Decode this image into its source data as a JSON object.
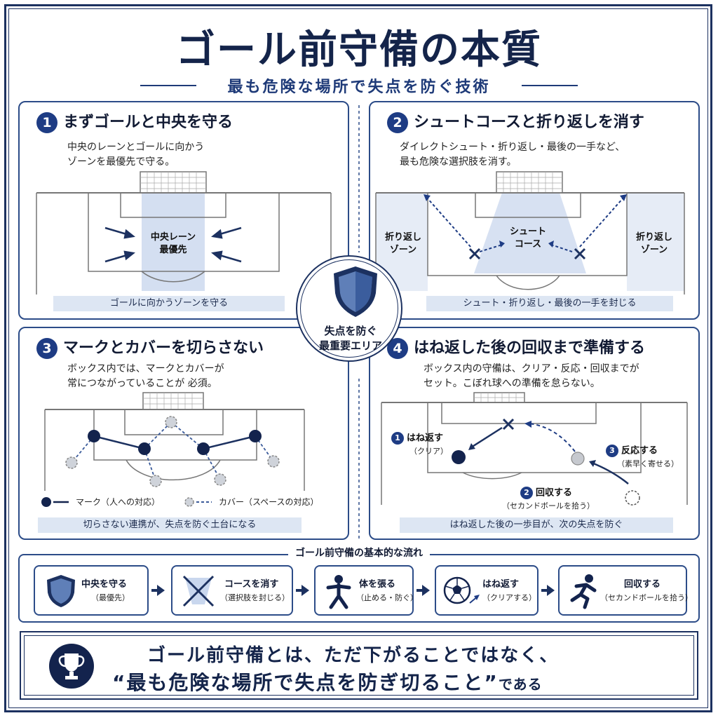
{
  "header": {
    "title": "ゴール前守備の本質",
    "subtitle": "最も危険な場所で失点を防ぐ技術"
  },
  "center_badge": {
    "icon": "shield-icon",
    "label_line1": "失点を防ぐ",
    "label_line2": "最重要エリア"
  },
  "panels": [
    {
      "number": "1",
      "title": "まずゴールと中央を守る",
      "desc_line1": "中央のレーンとゴールに向かう",
      "desc_line2": "ゾーンを最優先で守る。",
      "zone_label_1": "中央レーン",
      "zone_label_2": "最優先",
      "caption": "ゴールに向かうゾーンを守る"
    },
    {
      "number": "2",
      "title": "シュートコースと折り返しを消す",
      "desc_line1": "ダイレクトシュート・折り返し・最後の一手など、",
      "desc_line2": "最も危険な選択肢を消す。",
      "left_zone_1": "折り返し",
      "left_zone_2": "ゾーン",
      "shoot_1": "シュート",
      "shoot_2": "コース",
      "right_zone_1": "折り返し",
      "right_zone_2": "ゾーン",
      "caption": "シュート・折り返し・最後の一手を封じる"
    },
    {
      "number": "3",
      "title": "マークとカバーを切らさない",
      "desc_line1": "ボックス内では、マークとカバーが",
      "desc_line2": "常につながっていることが 必須。",
      "legend_mark": "マーク（人への対応）",
      "legend_cover": "カバー（スペースの対応）",
      "caption": "切らさない連携が、失点を防ぐ土台になる"
    },
    {
      "number": "4",
      "title": "はね返した後の回収まで準備する",
      "desc_line1": "ボックス内の守備は、クリア・反応・回収までが",
      "desc_line2": "セット。こぼれ球への準備を怠らない。",
      "step1_num": "1",
      "step1": "はね返す",
      "step1_sub": "（クリア）",
      "step2_num": "2",
      "step2": "回収する",
      "step2_sub": "（セカンドボールを拾う）",
      "step3_num": "3",
      "step3": "反応する",
      "step3_sub": "（素早く寄せる）",
      "caption": "はね返した後の一歩目が、次の失点を防ぐ"
    }
  ],
  "flow": {
    "title": "ゴール前守備の基本的な流れ",
    "steps": [
      {
        "label": "中央を守る",
        "sub": "（最優先）",
        "icon": "shield-icon"
      },
      {
        "label": "コースを消す",
        "sub": "（選択肢を封じる）",
        "icon": "cross-cone-icon"
      },
      {
        "label": "体を張る",
        "sub": "（止める・防ぐ）",
        "icon": "blocking-player-icon"
      },
      {
        "label": "はね返す",
        "sub": "（クリアする）",
        "icon": "soccer-ball-icon"
      },
      {
        "label": "回収する",
        "sub": "（セカンドボールを拾う）",
        "icon": "running-player-icon"
      }
    ]
  },
  "conclusion": {
    "icon": "trophy-icon",
    "line1": "ゴール前守備とは、ただ下がることではなく、",
    "line2": "“最も危険な場所で失点を防ぎ切ること”",
    "line2_tail": "である"
  },
  "colors": {
    "navy": "#1c3160",
    "accent": "#1e3c84",
    "zone": "#c9d7ee",
    "caption_bg": "#dde6f3"
  }
}
